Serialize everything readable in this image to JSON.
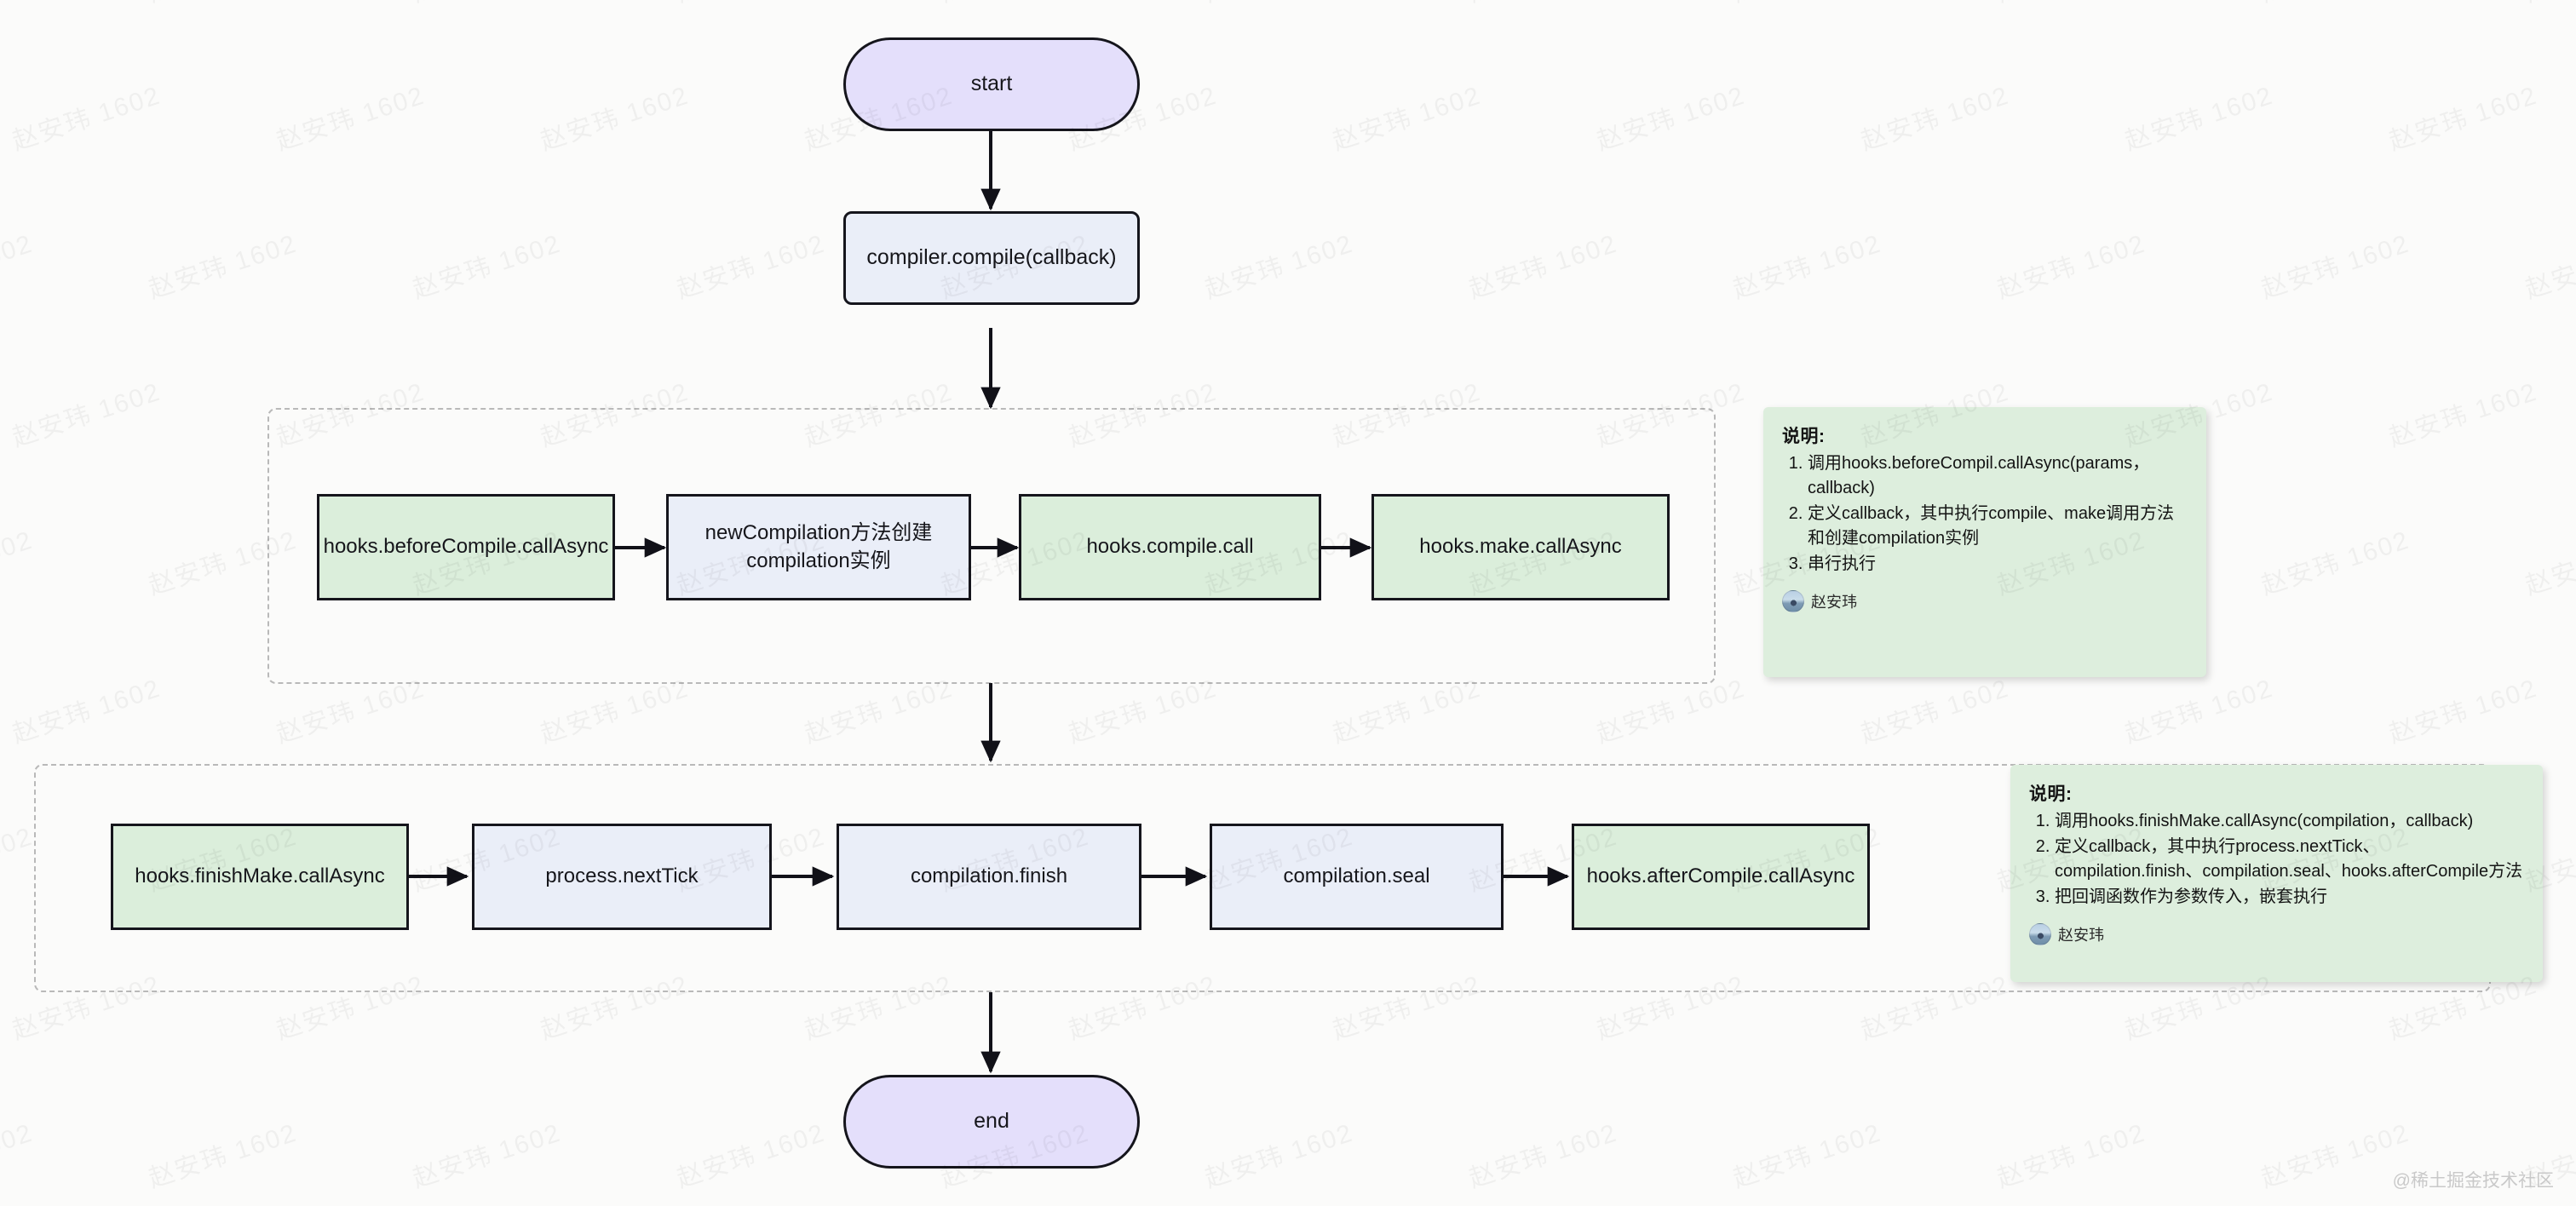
{
  "diagram": {
    "type": "flowchart",
    "direction": "top-to-bottom",
    "background_color": "#fbfbfa",
    "colors": {
      "terminal_fill": "#e4dffb",
      "process_fill": "#eaeef8",
      "hook_fill": "#dbeedb",
      "note_fill": "#ddeedd",
      "stroke": "#15151c",
      "subgraph_border": "#b9b9b9"
    }
  },
  "nodes": {
    "start": "start",
    "compile": "compiler.compile(callback)",
    "before_compile": "hooks.beforeCompile.callAsync",
    "new_compilation": "newCompilation方法创建\ncompilation实例",
    "compile_call": "hooks.compile.call",
    "make_call": "hooks.make.callAsync",
    "finish_make": "hooks.finishMake.callAsync",
    "next_tick": "process.nextTick",
    "compilation_finish": "compilation.finish",
    "compilation_seal": "compilation.seal",
    "after_compile": "hooks.afterCompile.callAsync",
    "end": "end"
  },
  "notes": {
    "note1": {
      "title": "说明:",
      "items": [
        "调用hooks.beforeCompil.callAsync(params，callback)",
        "定义callback，其中执行compile、make调用方法和创建compilation实例",
        "串行执行"
      ],
      "author": "赵安玮"
    },
    "note2": {
      "title": "说明:",
      "items": [
        "调用hooks.finishMake.callAsync(compilation，callback)",
        "定义callback，其中执行process.nextTick、compilation.finish、compilation.seal、hooks.afterCompile方法",
        "把回调函数作为参数传入，嵌套执行"
      ],
      "author": "赵安玮"
    }
  },
  "watermark": {
    "text": "赵安玮 1602",
    "footer": "@稀土掘金技术社区"
  }
}
